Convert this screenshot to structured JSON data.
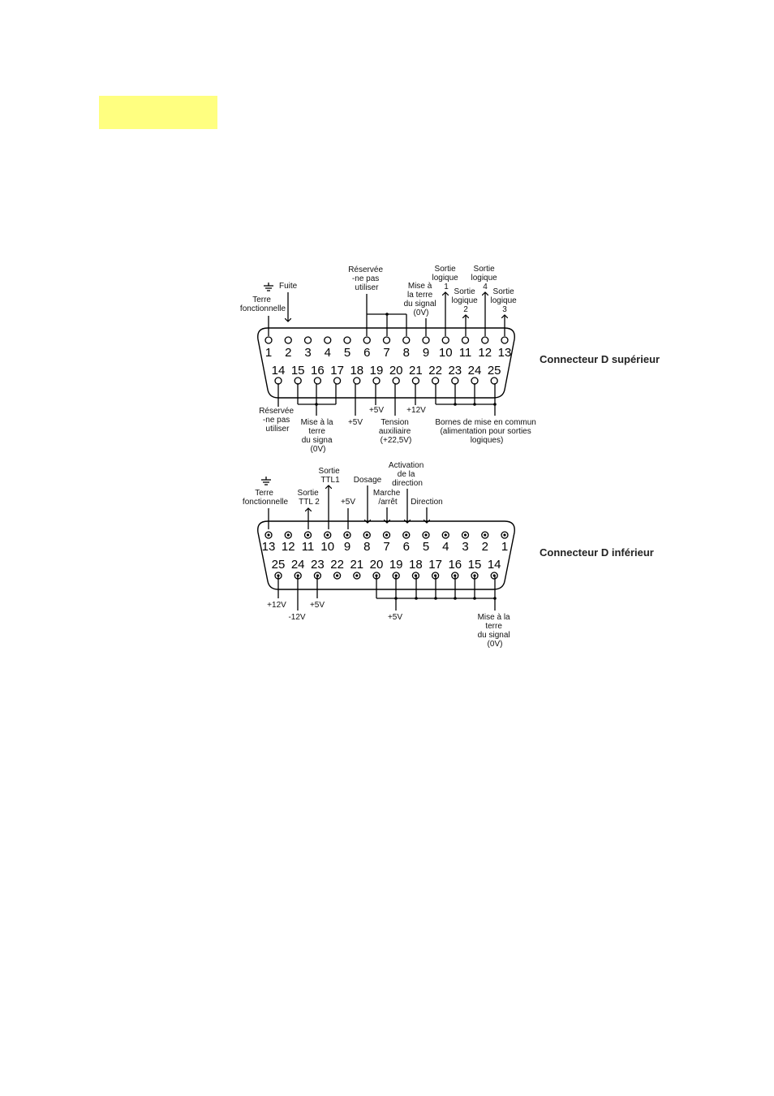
{
  "highlight": {
    "color": "#ffff80"
  },
  "upper": {
    "title": "Connecteur D supérieur",
    "row1": [
      "1",
      "2",
      "3",
      "4",
      "5",
      "6",
      "7",
      "8",
      "9",
      "10",
      "11",
      "12",
      "13"
    ],
    "row2": [
      "14",
      "15",
      "16",
      "17",
      "18",
      "19",
      "20",
      "21",
      "22",
      "23",
      "24",
      "25"
    ],
    "labels": {
      "terre": [
        "Terre",
        "fonctionnelle"
      ],
      "fuite": [
        "Fuite"
      ],
      "reservee_top": [
        "Réservée",
        "-ne pas",
        "utiliser"
      ],
      "mise_terre_signal": [
        "Mise à",
        "la terre",
        "du signal",
        "(0V)"
      ],
      "sortie1": [
        "Sortie",
        "logique",
        "1"
      ],
      "sortie2": [
        "Sortie",
        "logique",
        "2"
      ],
      "sortie4": [
        "Sortie",
        "logique",
        "4"
      ],
      "sortie3": [
        "Sortie",
        "logique",
        "3"
      ],
      "reservee_bottom": [
        "Réservée",
        "-ne pas",
        "utiliser"
      ],
      "mise_terre_0v": [
        "Mise à la",
        "terre",
        "du signa",
        "(0V)"
      ],
      "plus5v_a": [
        "+5V"
      ],
      "plus5v_b": [
        "+5V"
      ],
      "tension_aux": [
        "Tension",
        "auxiliaire",
        "(+22,5V)"
      ],
      "plus12v": [
        "+12V"
      ],
      "bornes": [
        "Bornes de mise en commun",
        "(alimentation pour sorties",
        "logiques)"
      ]
    }
  },
  "lower": {
    "title": "Connecteur D inférieur",
    "row1": [
      "13",
      "12",
      "11",
      "10",
      "9",
      "8",
      "7",
      "6",
      "5",
      "4",
      "3",
      "2",
      "1"
    ],
    "row2": [
      "25",
      "24",
      "23",
      "22",
      "21",
      "20",
      "19",
      "18",
      "17",
      "16",
      "15",
      "14"
    ],
    "labels": {
      "terre": [
        "Terre",
        "fonctionnelle"
      ],
      "sortie_ttl2": [
        "Sortie",
        "TTL 2"
      ],
      "sortie_ttl1": [
        "Sortie",
        "TTL1"
      ],
      "plus5v_top": [
        "+5V"
      ],
      "dosage": [
        "Dosage"
      ],
      "activation": [
        "Activation",
        "de la",
        "direction"
      ],
      "marche": [
        "Marche",
        "/arrêt"
      ],
      "direction": [
        "Direction"
      ],
      "plus12v": [
        "+12V"
      ],
      "minus12v": [
        "-12V"
      ],
      "plus5v_a": [
        "+5V"
      ],
      "plus5v_b": [
        "+5V"
      ],
      "mise_terre": [
        "Mise à la",
        "terre",
        "du signal",
        "(0V)"
      ]
    }
  }
}
